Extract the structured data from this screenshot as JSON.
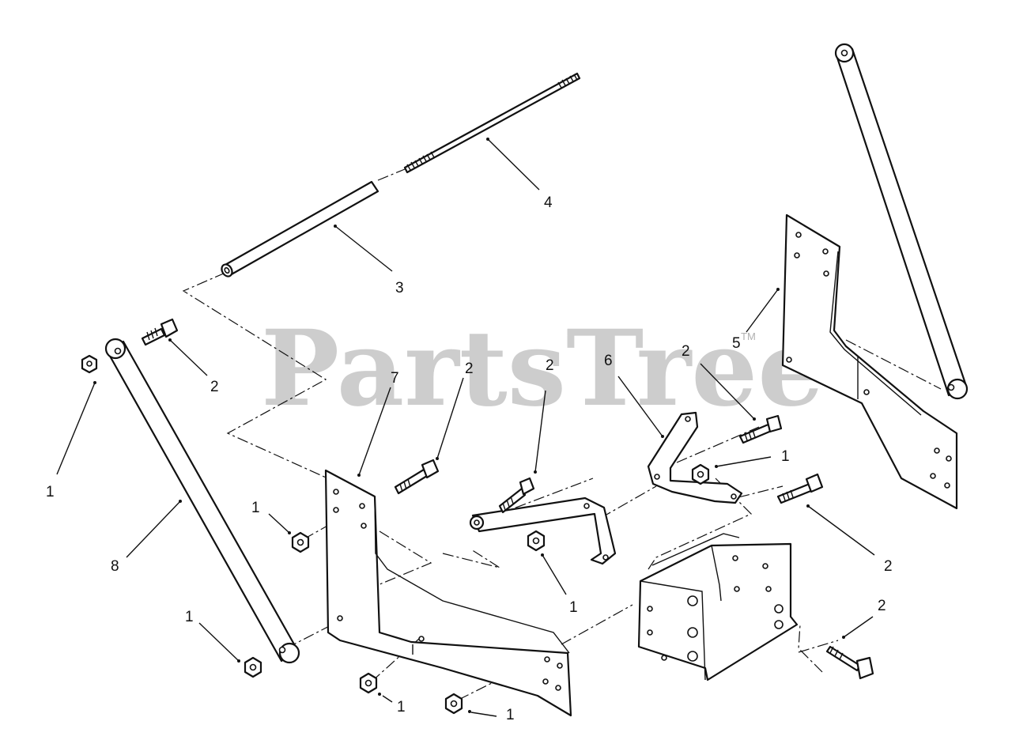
{
  "watermark": {
    "text": "PartsTree",
    "trademark": "TM"
  },
  "callouts": {
    "c1a": "1",
    "c1b": "1",
    "c1c": "1",
    "c1d": "1",
    "c1e": "1",
    "c1f": "1",
    "c1g": "1",
    "c2a": "2",
    "c2b": "2",
    "c2c": "2",
    "c2d": "2",
    "c2e": "2",
    "c2f": "2",
    "c3": "3",
    "c4": "4",
    "c5": "5",
    "c6": "6",
    "c7": "7",
    "c8": "8"
  },
  "colors": {
    "line": "#111111",
    "watermark": "#b9b9b9",
    "background": "#ffffff"
  }
}
